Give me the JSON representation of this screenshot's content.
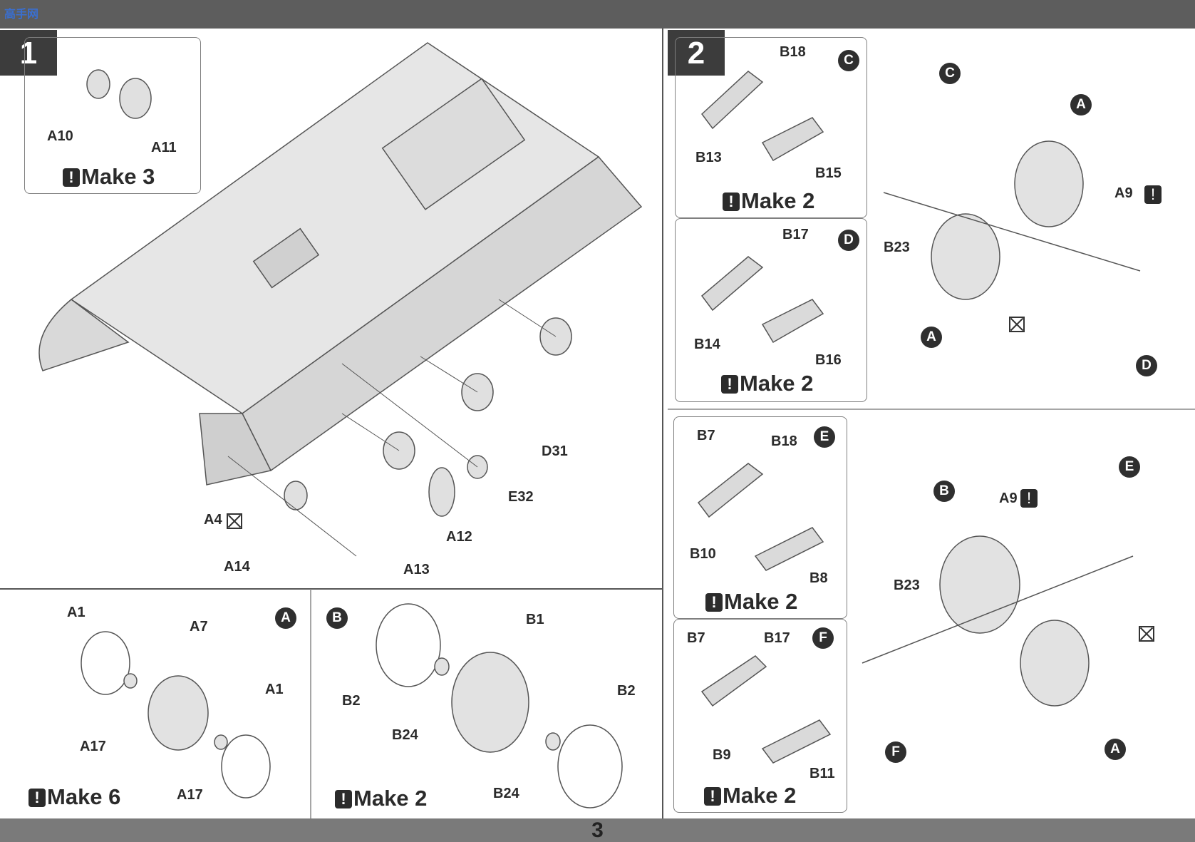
{
  "watermark": "高手网",
  "page_number": "3",
  "steps": [
    {
      "number": "1"
    },
    {
      "number": "2"
    }
  ],
  "sub_markers": [
    "A",
    "B",
    "C",
    "D",
    "E",
    "F"
  ],
  "labels": {
    "a10": "A10",
    "a11": "A11",
    "d31": "D31",
    "e32": "E32",
    "a12": "A12",
    "a13": "A13",
    "a14": "A14",
    "a4": "A4",
    "b18_c": "B18",
    "b13": "B13",
    "b15": "B15",
    "b17_d": "B17",
    "b14": "B14",
    "b16": "B16",
    "b7_e": "B7",
    "b18_e": "B18",
    "b10": "B10",
    "b8": "B8",
    "b7_f": "B7",
    "b17_f": "B17",
    "b9": "B9",
    "b11": "B11",
    "a9_top": "A9",
    "b23_top": "B23",
    "a9_bot": "A9",
    "b23_bot": "B23",
    "a1_l": "A1",
    "a7": "A7",
    "a1_r": "A1",
    "a17_l": "A17",
    "a17_b": "A17",
    "b1": "B1",
    "b2_l": "B2",
    "b2_r": "B2",
    "b24_t": "B24",
    "b24_b": "B24"
  },
  "make": {
    "make3": "Make 3",
    "make2_c": "Make 2",
    "make2_d": "Make 2",
    "make2_e": "Make 2",
    "make2_f": "Make 2",
    "make6": "Make 6",
    "make2_b": "Make 2"
  },
  "bang_symbol": "!"
}
